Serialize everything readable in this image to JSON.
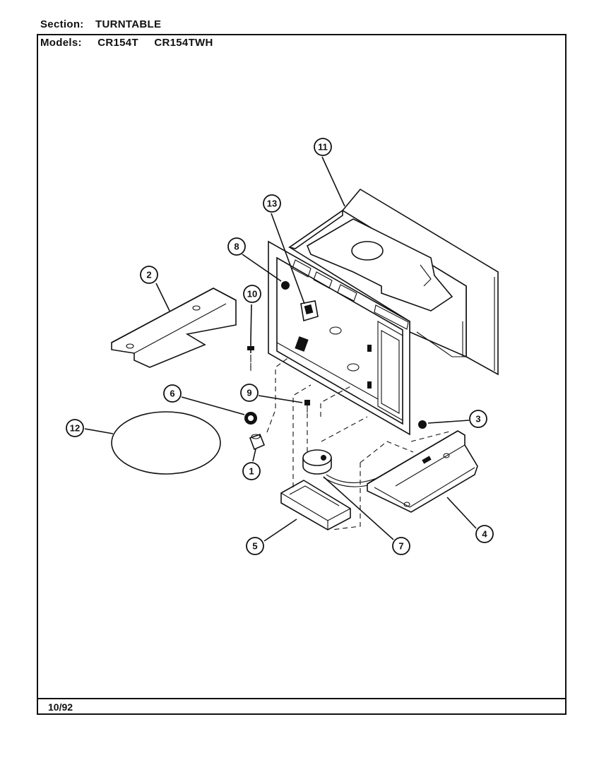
{
  "header": {
    "section_label": "Section:",
    "section_value": "TURNTABLE",
    "models_label": "Models:",
    "model_1": "CR154T",
    "model_2": "CR154TWH"
  },
  "footer": {
    "date_code": "10/92"
  },
  "callouts": [
    "1",
    "2",
    "3",
    "4",
    "5",
    "6",
    "7",
    "8",
    "9",
    "10",
    "11",
    "12",
    "13"
  ]
}
